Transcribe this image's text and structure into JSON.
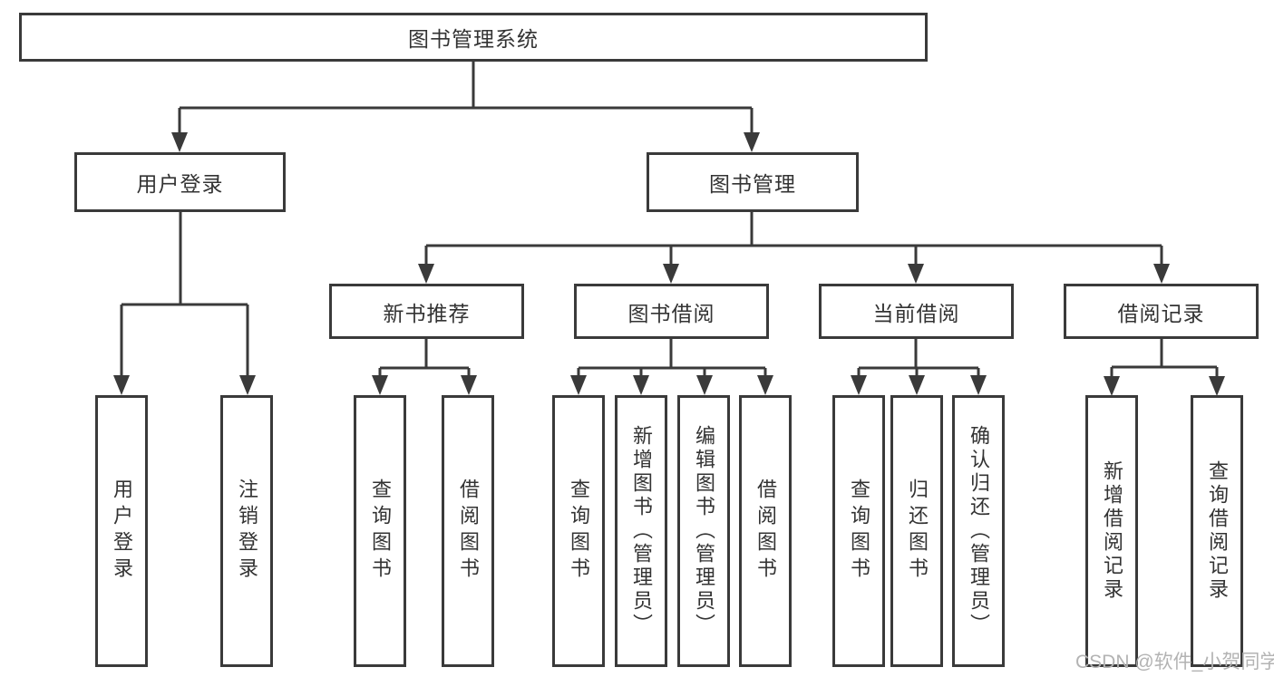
{
  "diagram": {
    "title": "图书管理系统",
    "level2": [
      {
        "label": "用户登录",
        "children": [
          {
            "label": "用户登录"
          },
          {
            "label": "注销登录"
          }
        ]
      },
      {
        "label": "图书管理",
        "children": [
          {
            "label": "新书推荐",
            "children": [
              {
                "label": "查询图书"
              },
              {
                "label": "借阅图书"
              }
            ]
          },
          {
            "label": "图书借阅",
            "children": [
              {
                "label": "查询图书"
              },
              {
                "label": "新增图书（管理员）"
              },
              {
                "label": "编辑图书（管理员）"
              },
              {
                "label": "借阅图书"
              }
            ]
          },
          {
            "label": "当前借阅",
            "children": [
              {
                "label": "查询图书"
              },
              {
                "label": "归还图书"
              },
              {
                "label": "确认归还（管理员）"
              }
            ]
          },
          {
            "label": "借阅记录",
            "children": [
              {
                "label": "新增借阅记录"
              },
              {
                "label": "查询借阅记录"
              }
            ]
          }
        ]
      }
    ]
  },
  "watermark": {
    "text": "CSDN @软件_小贺同学"
  },
  "colors": {
    "line": "#3a3a3a",
    "box_border": "#3a3a3a",
    "box_fill": "#ffffff",
    "text": "#333333",
    "watermark": "#b3b3b3",
    "background": "#ffffff"
  }
}
